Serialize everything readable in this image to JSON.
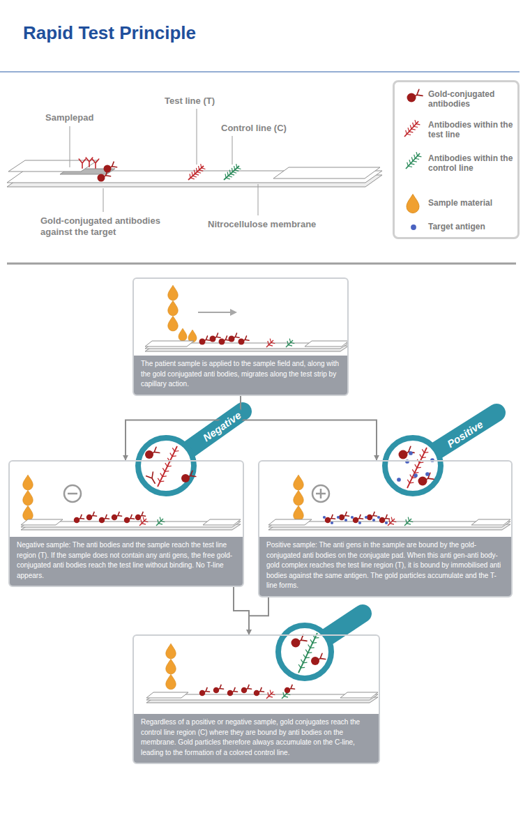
{
  "diagram": {
    "title": "Rapid Test Principle",
    "nodes": [
      {
        "text": [
          "The patient sample is applied to the sample field and, along with the gold conjugated anti bodies, migrates along the test strip by capillary action."
        ]
      },
      {
        "text": [
          "Negative sample: The anti bodies and the sample reach the test line region (T). If the sample does not contain any anti gens, the free gold-conjugated anti bodies reach the test line without binding. No T-line appears."
        ]
      },
      {
        "text": [
          "Positive sample: The anti gens in the sample are bound by the gold-conjugated anti bodies on the conjugate pad. When this anti gen-anti body-gold complex reaches the test line region (T), it is bound by immobilised anti bodies against the same antigen. The gold particles accumulate and the T-line forms."
        ]
      },
      {
        "text": [
          "Regardless of a positive or negative sample, gold conjugates reach the control line region (C) where they are bound by anti bodies on the membrane. Gold particles therefore always accumulate on the C-line, leading to the formation of a colored control line."
        ]
      }
    ],
    "edges": [
      {
        "from": 0,
        "to": 1,
        "arrow": "to"
      },
      {
        "from": 0,
        "to": 2,
        "arrow": "to"
      },
      {
        "from": 1,
        "to": 3,
        "arrow": "to"
      },
      {
        "from": 2,
        "to": 3,
        "arrow": "to"
      }
    ],
    "labels": [
      "Samplepad",
      "Test line (T)",
      "Control line (C)",
      "Gold-conjugated antibodies against the target",
      "Nitrocellulose membrane",
      "Negative",
      "Positive"
    ],
    "legend": [
      {
        "text": "Gold-conjugated antibodies"
      },
      {
        "text": "Antibodies within the test line"
      },
      {
        "text": "Antibodies within the control line"
      },
      {
        "text": "Sample material"
      },
      {
        "text": "Target antigen"
      }
    ]
  }
}
